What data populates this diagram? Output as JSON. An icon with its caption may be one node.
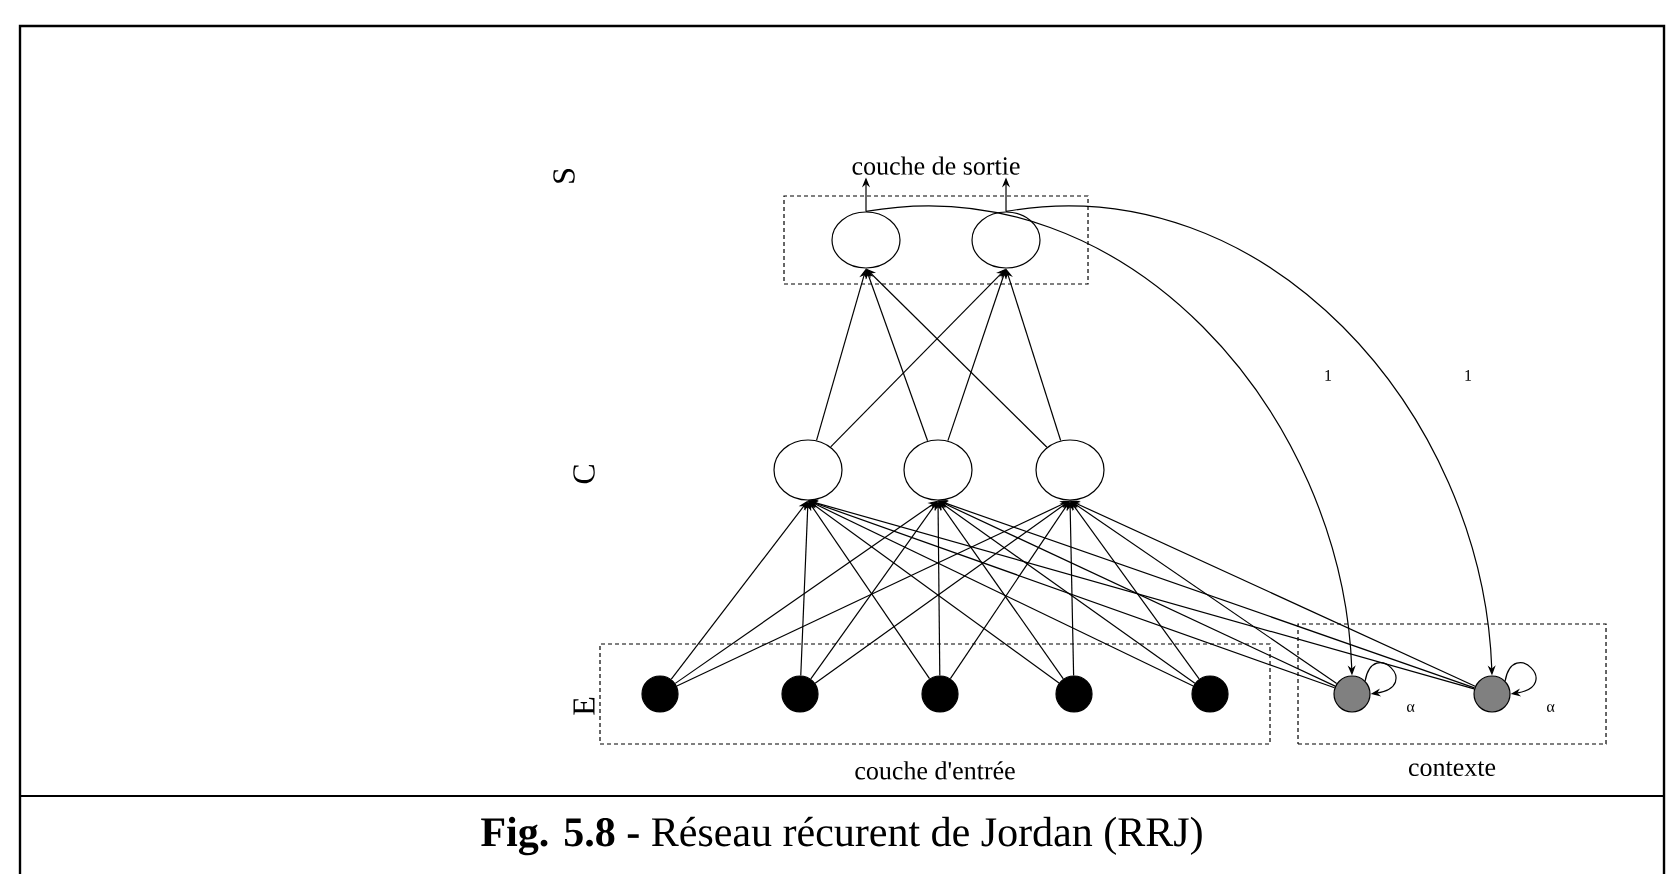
{
  "diagram": {
    "caption": "**Fig. 5.8 -** Réseau récurent de Jordan (RRJ)",
    "nodes": [
      {
        "text": [
          "couche de sortie"
        ]
      },
      {
        "text": [],
        "shape": "circle",
        "in": 0
      },
      {
        "text": [],
        "shape": "circle",
        "in": 0
      },
      {
        "text": [],
        "shape": "circle"
      },
      {
        "text": [],
        "shape": "circle"
      },
      {
        "text": [],
        "shape": "circle"
      },
      {
        "text": [
          "couche d'entrée"
        ]
      },
      {
        "text": [],
        "shape": "circle",
        "in": 6
      },
      {
        "text": [],
        "shape": "circle",
        "in": 6
      },
      {
        "text": [],
        "shape": "circle",
        "in": 6
      },
      {
        "text": [],
        "shape": "circle",
        "in": 6
      },
      {
        "text": [],
        "shape": "circle",
        "in": 6
      },
      {
        "text": [
          "contexte"
        ]
      },
      {
        "text": [],
        "shape": "circle",
        "in": 12
      },
      {
        "text": [],
        "shape": "circle",
        "in": 12
      }
    ],
    "edges": [
      {
        "from": 3,
        "to": 1,
        "arrow": "to"
      },
      {
        "from": 4,
        "to": 1,
        "arrow": "to"
      },
      {
        "from": 5,
        "to": 1,
        "arrow": "to"
      },
      {
        "from": 3,
        "to": 2,
        "arrow": "to"
      },
      {
        "from": 4,
        "to": 2,
        "arrow": "to"
      },
      {
        "from": 5,
        "to": 2,
        "arrow": "to"
      },
      {
        "from": 7,
        "to": 3,
        "arrow": "to"
      },
      {
        "from": 8,
        "to": 3,
        "arrow": "to"
      },
      {
        "from": 9,
        "to": 3,
        "arrow": "to"
      },
      {
        "from": 10,
        "to": 3,
        "arrow": "to"
      },
      {
        "from": 11,
        "to": 3,
        "arrow": "to"
      },
      {
        "from": 7,
        "to": 4,
        "arrow": "to"
      },
      {
        "from": 8,
        "to": 4,
        "arrow": "to"
      },
      {
        "from": 9,
        "to": 4,
        "arrow": "to"
      },
      {
        "from": 10,
        "to": 4,
        "arrow": "to"
      },
      {
        "from": 11,
        "to": 4,
        "arrow": "to"
      },
      {
        "from": 7,
        "to": 5,
        "arrow": "to"
      },
      {
        "from": 8,
        "to": 5,
        "arrow": "to"
      },
      {
        "from": 9,
        "to": 5,
        "arrow": "to"
      },
      {
        "from": 10,
        "to": 5,
        "arrow": "to"
      },
      {
        "from": 11,
        "to": 5,
        "arrow": "to"
      },
      {
        "from": 13,
        "to": 3,
        "arrow": "to"
      },
      {
        "from": 13,
        "to": 4,
        "arrow": "to"
      },
      {
        "from": 13,
        "to": 5,
        "arrow": "to"
      },
      {
        "from": 14,
        "to": 3,
        "arrow": "to"
      },
      {
        "from": 14,
        "to": 4,
        "arrow": "to"
      },
      {
        "from": 14,
        "to": 5,
        "arrow": "to"
      },
      {
        "from": 1,
        "to": null,
        "arrow": "to"
      },
      {
        "from": 2,
        "to": null,
        "arrow": "to"
      },
      {
        "from": 1,
        "to": 13,
        "arrow": "to",
        "label": "1"
      },
      {
        "from": 2,
        "to": 14,
        "arrow": "to",
        "label": "1"
      },
      {
        "from": 13,
        "to": 13,
        "arrow": "to",
        "label": "α"
      },
      {
        "from": 14,
        "to": 14,
        "arrow": "to",
        "label": "α"
      }
    ],
    "labels": [
      "S",
      "C",
      "E"
    ]
  }
}
